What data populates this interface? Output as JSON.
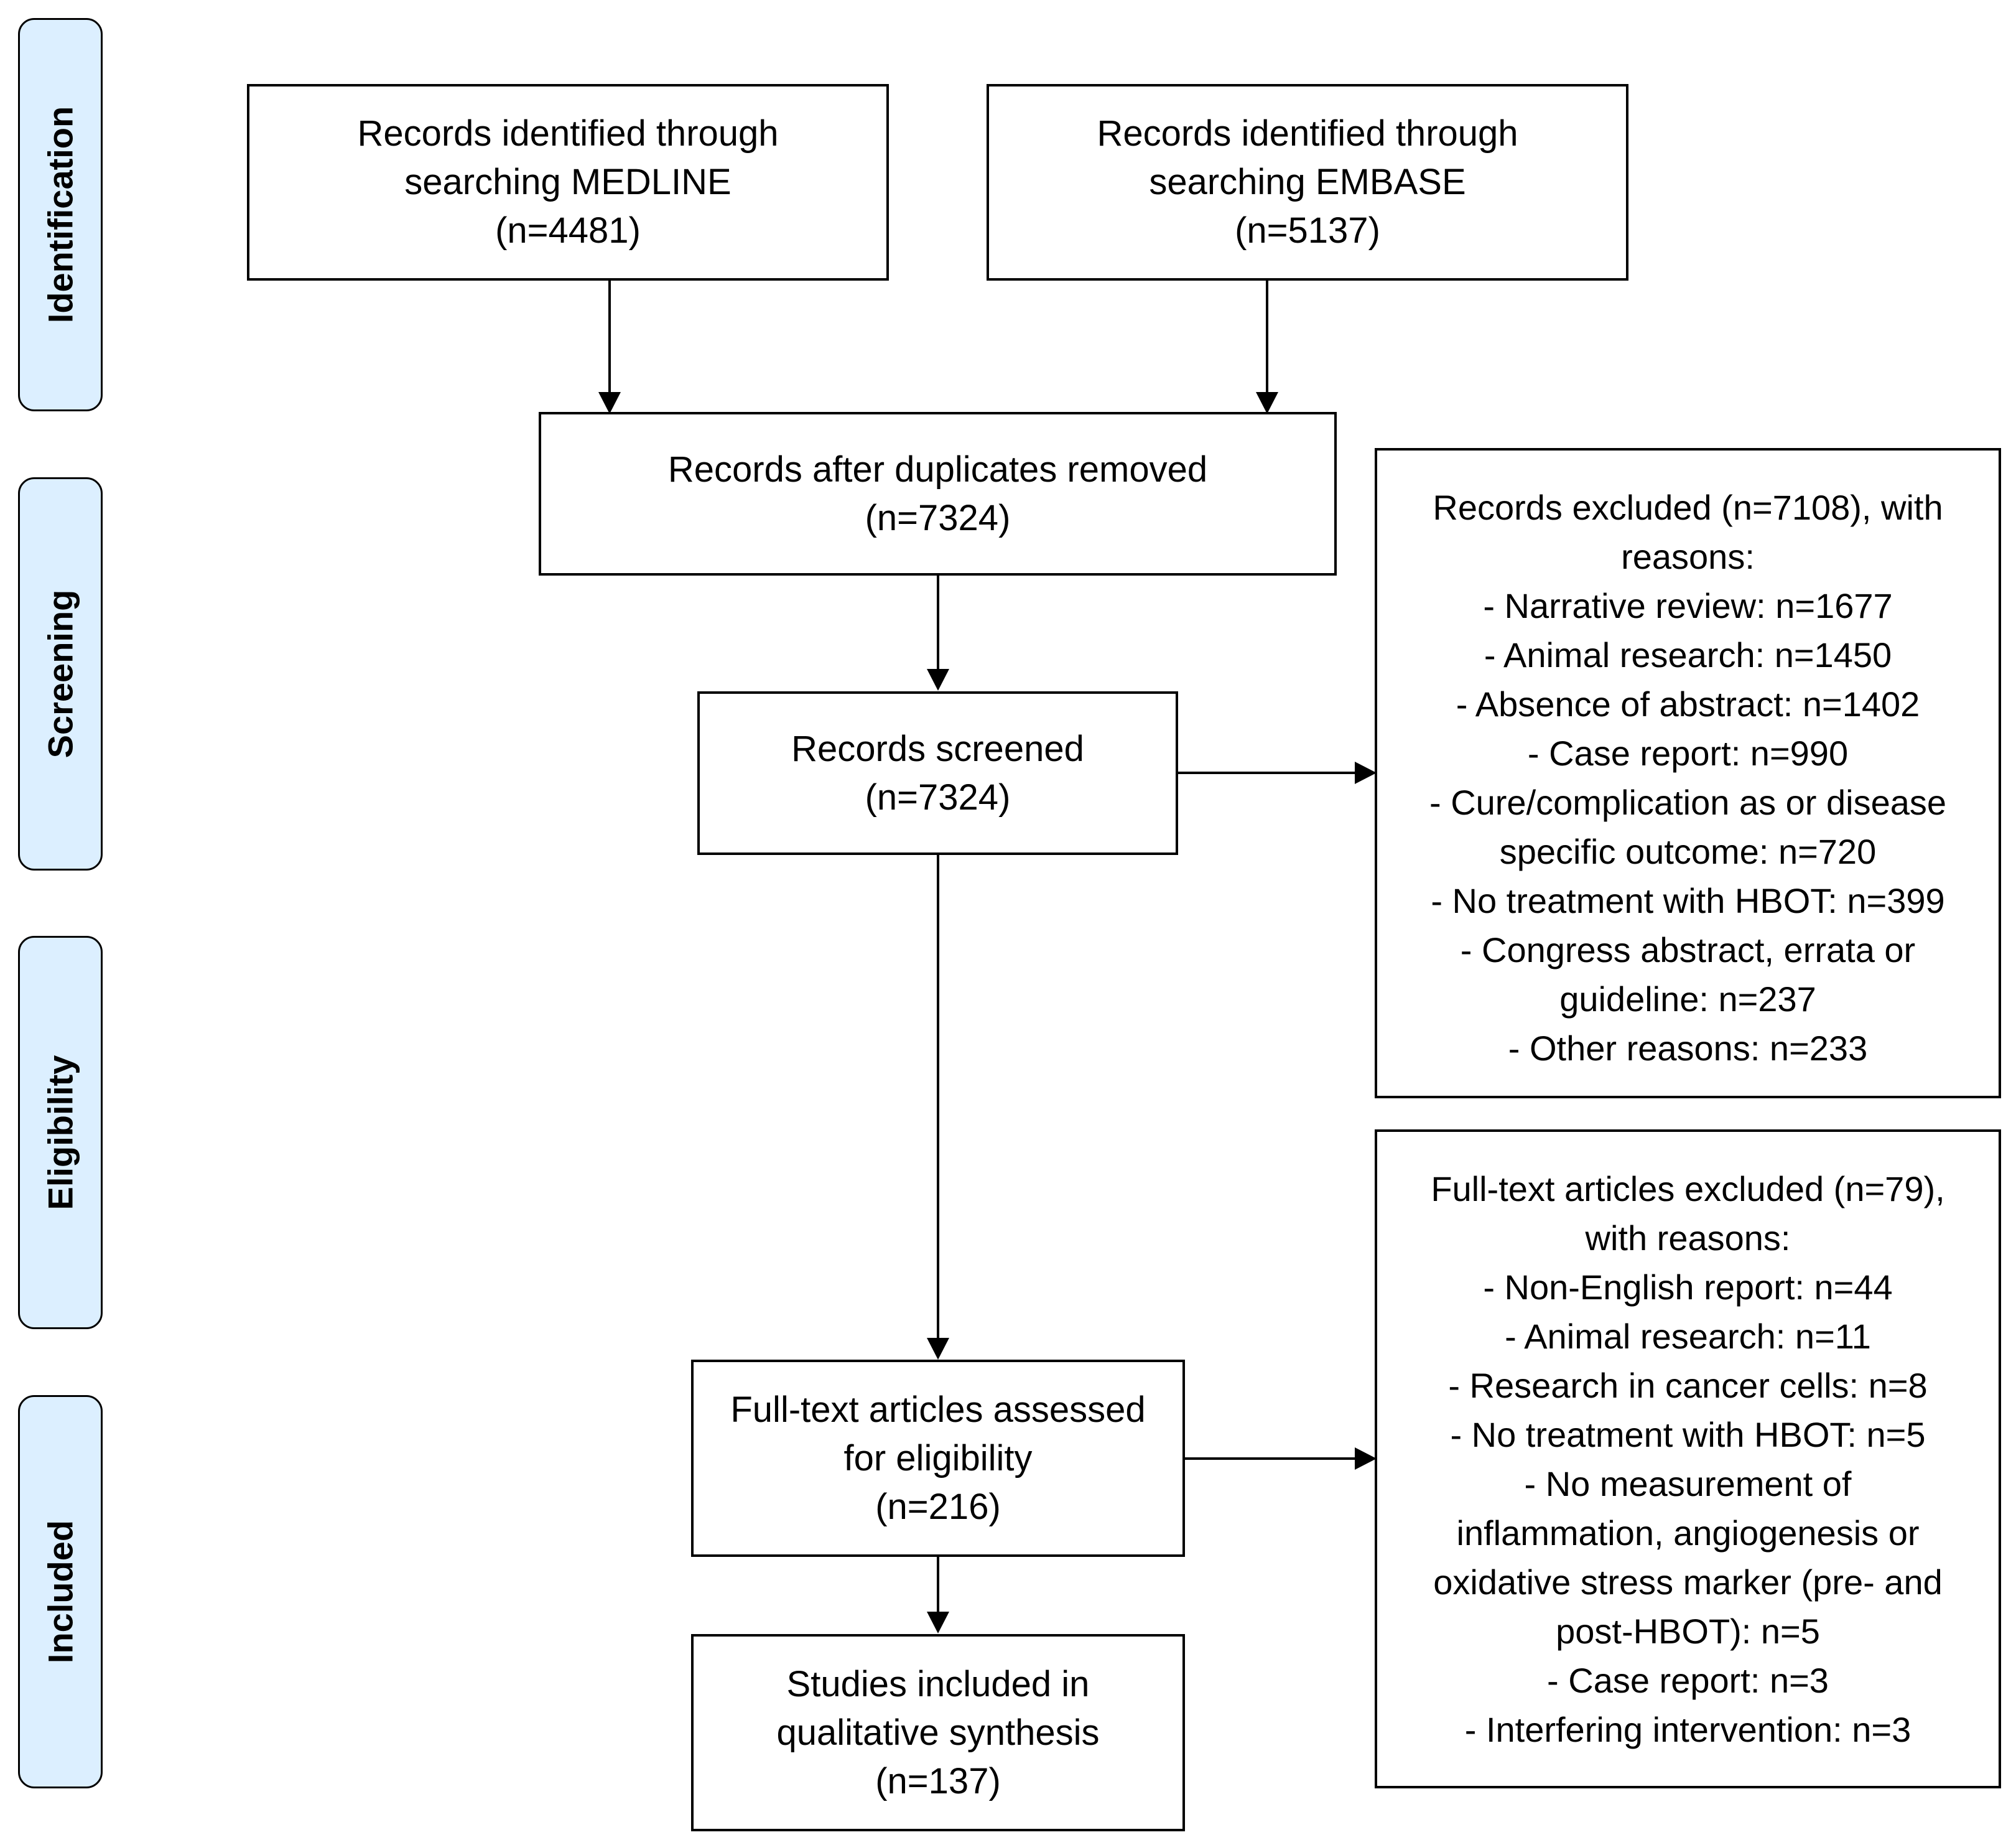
{
  "stages": [
    "Identification",
    "Screening",
    "Eligibility",
    "Included"
  ],
  "boxes": {
    "medline": [
      "Records identified through",
      "searching MEDLINE",
      "(n=4481)"
    ],
    "embase": [
      "Records identified through",
      "searching EMBASE",
      "(n=5137)"
    ],
    "duplicates_removed": [
      "Records after duplicates removed",
      "(n=7324)"
    ],
    "screened": [
      "Records screened",
      "(n=7324)"
    ],
    "records_excluded": [
      "Records excluded (n=7108), with",
      "reasons:",
      "- Narrative review: n=1677",
      "- Animal research: n=1450",
      "- Absence of abstract: n=1402",
      "- Case report: n=990",
      "- Cure/complication as or disease",
      "specific outcome: n=720",
      "- No treatment with HBOT: n=399",
      "- Congress abstract, errata or",
      "guideline: n=237",
      "- Other reasons: n=233"
    ],
    "full_text_assessed": [
      "Full-text articles assessed",
      "for eligibility",
      "(n=216)"
    ],
    "full_text_excluded": [
      "Full-text articles excluded (n=79),",
      "with reasons:",
      "- Non-English report: n=44",
      "- Animal research: n=11",
      "- Research in cancer cells: n=8",
      "- No treatment with HBOT: n=5",
      "- No measurement of",
      "inflammation, angiogenesis or",
      "oxidative stress marker (pre- and",
      "post-HBOT): n=5",
      "- Case report: n=3",
      "- Interfering intervention: n=3"
    ],
    "included": [
      "Studies included in",
      "qualitative synthesis",
      "(n=137)"
    ]
  },
  "colors": {
    "stage_fill": "#dcefff",
    "border": "#000000"
  }
}
